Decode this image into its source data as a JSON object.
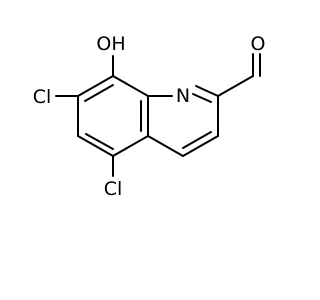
{
  "molecule": {
    "labels": {
      "hydroxyl": "OH",
      "nitrogen": "N",
      "aldehyde_oxygen": "O",
      "chlorine_upper": "Cl",
      "chlorine_lower": "Cl"
    },
    "colors": {
      "bond": "#000000",
      "text": "#000000",
      "background": "#ffffff"
    }
  }
}
